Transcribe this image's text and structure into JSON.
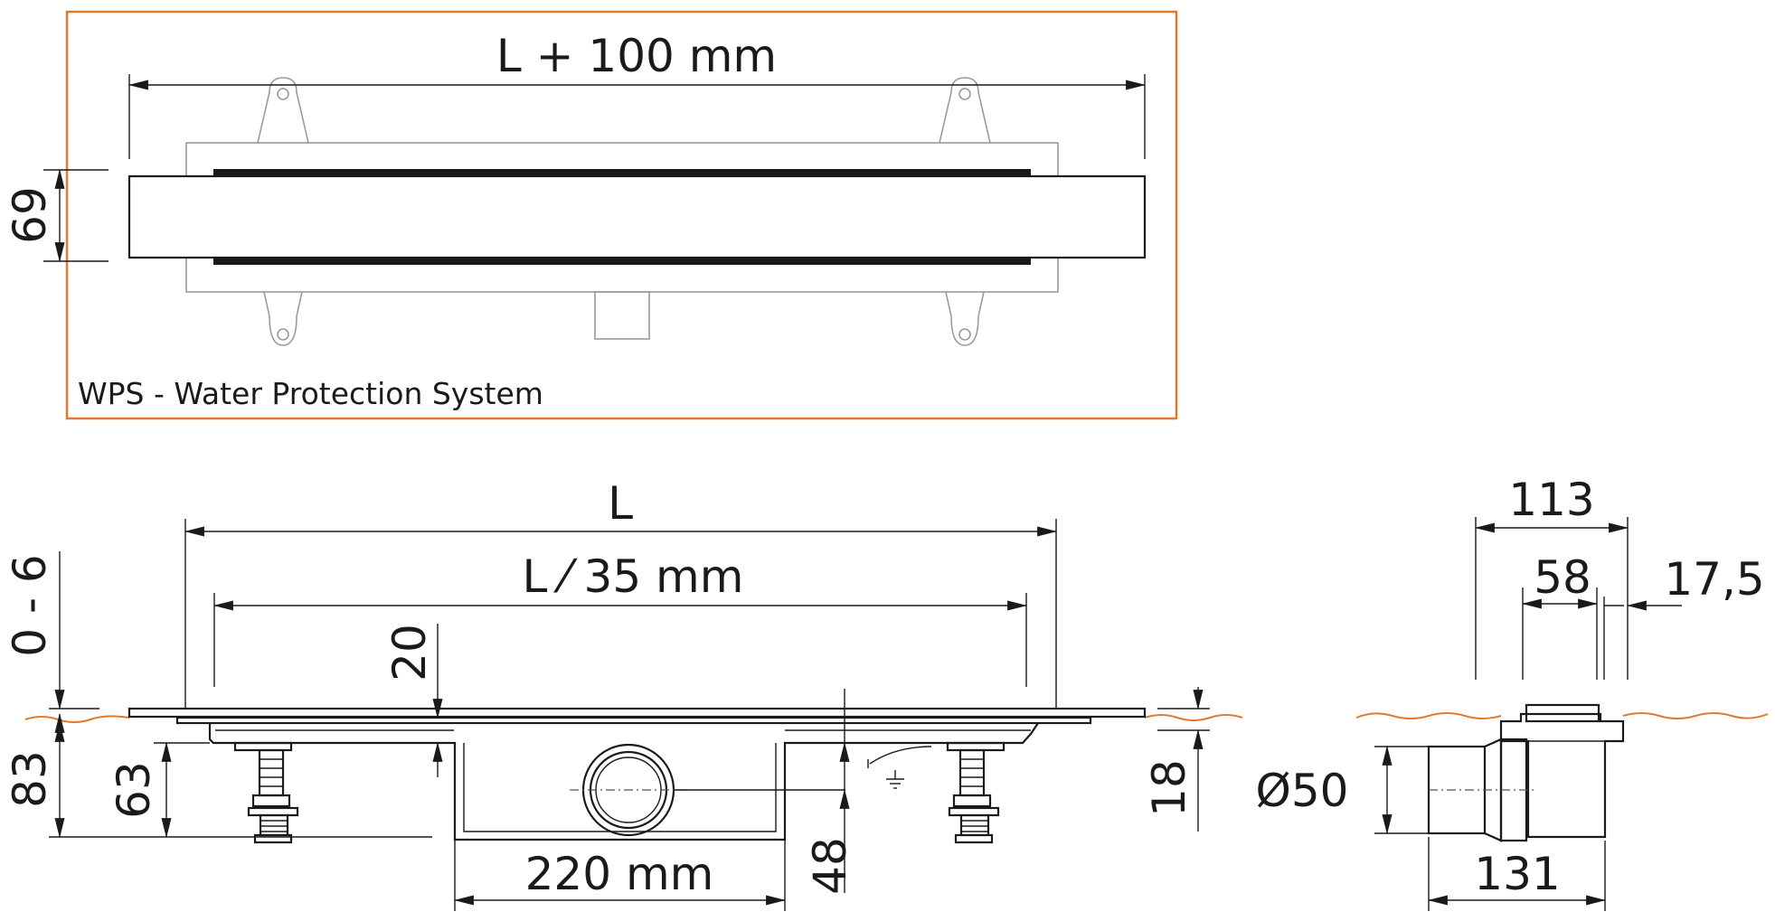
{
  "top_view": {
    "caption": "WPS - Water Protection System",
    "dim_overall": "L + 100 mm",
    "dim_height": "69"
  },
  "side_view": {
    "dim_length": "L",
    "dim_inner": "L ⁄ 35 mm",
    "dim_adjust": "0 - 6",
    "dim_rim": "20",
    "dim_total_height": "83",
    "dim_leg_height": "63",
    "dim_body_width": "220 mm",
    "dim_outlet_height": "48",
    "dim_floor_thickness": "18"
  },
  "end_view": {
    "dim_width": "113",
    "dim_channel": "58",
    "dim_flange": "17,5",
    "dim_outlet_diameter": "Ø50",
    "dim_depth": "131"
  },
  "colors": {
    "frame": "#e07a2e",
    "floor_line": "#e07a2e",
    "line": "#1a1a1a",
    "ghost": "#9a9a9a"
  }
}
